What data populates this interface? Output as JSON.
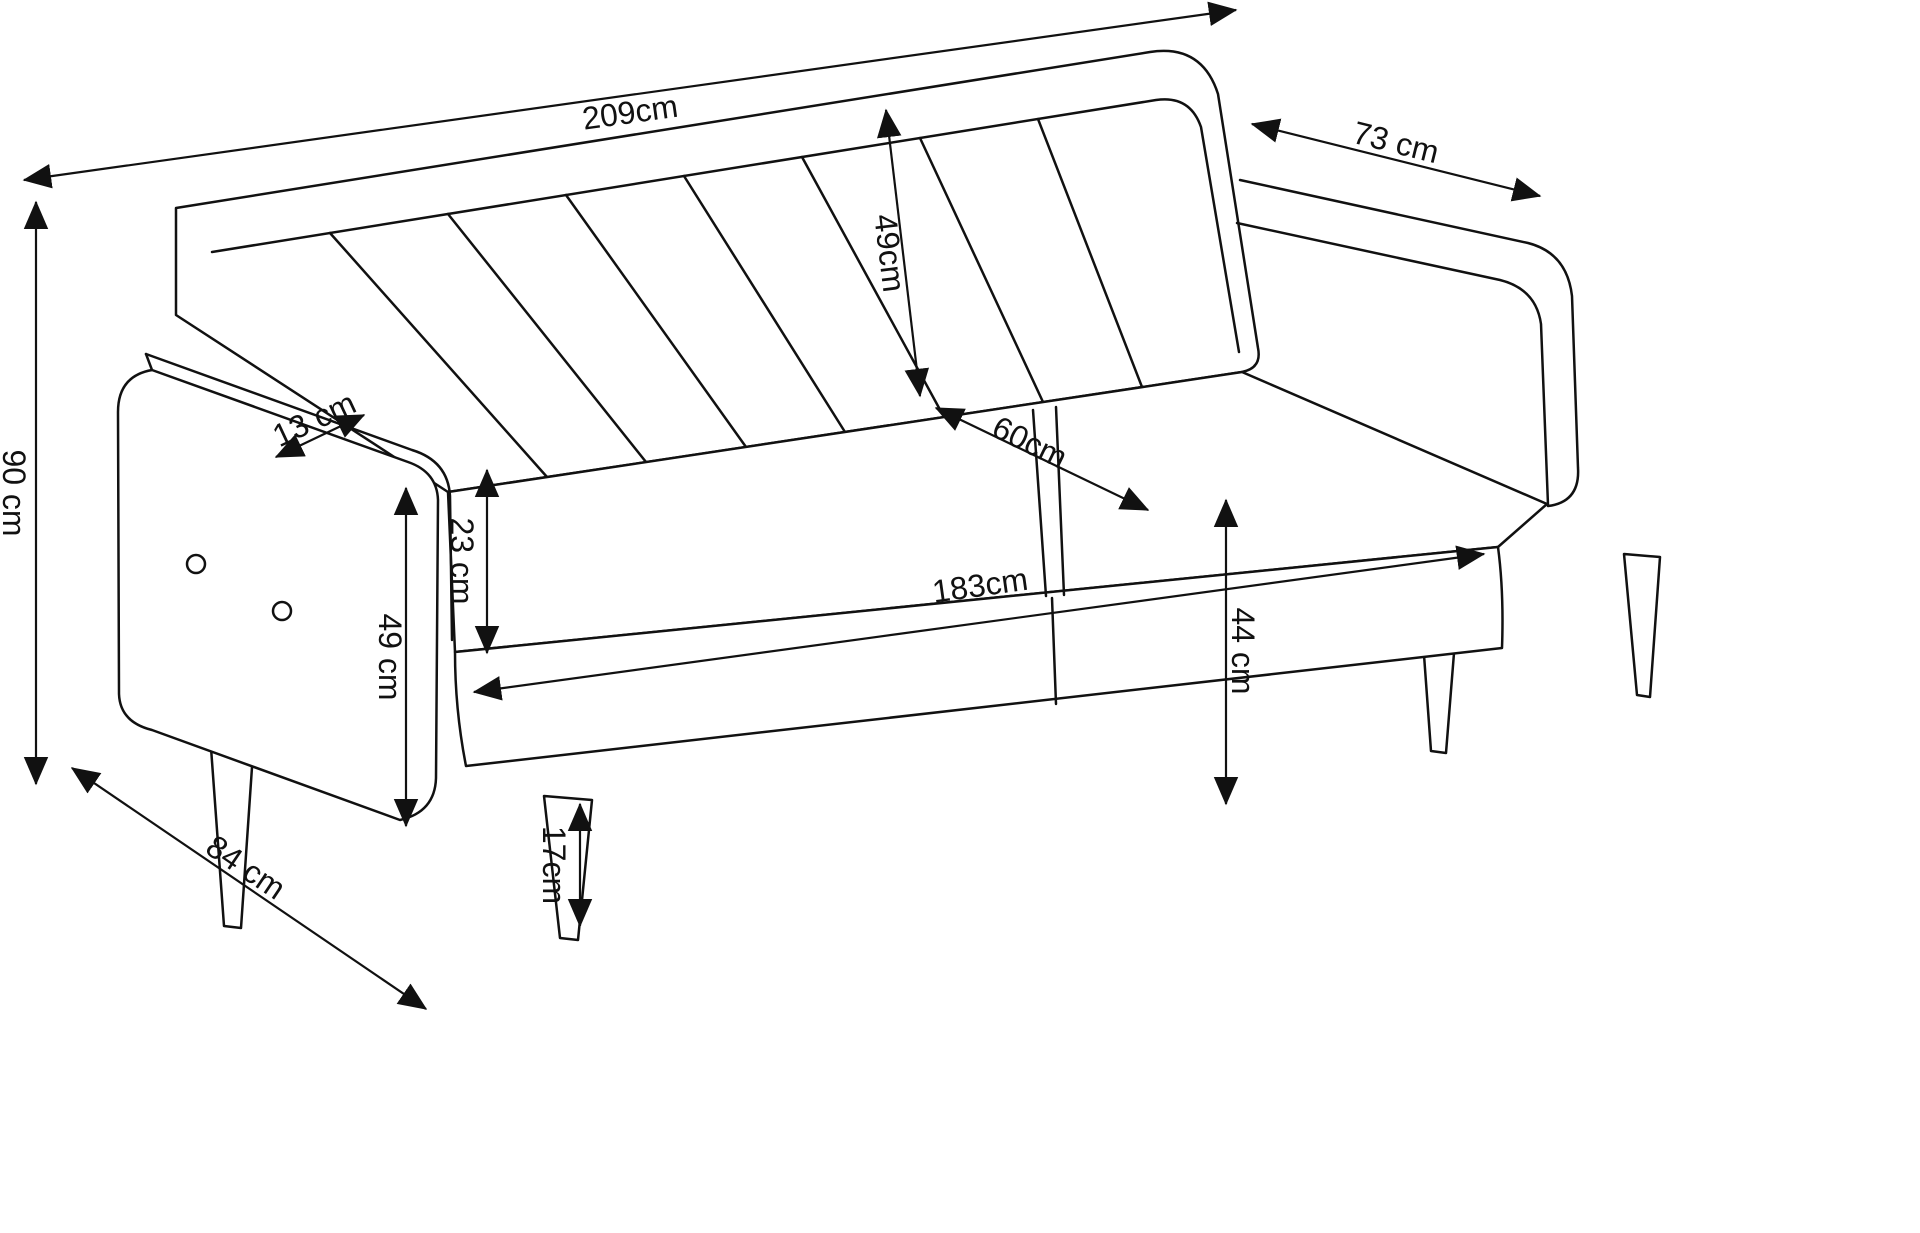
{
  "page": {
    "background": "#ffffff",
    "stroke_color": "#111111"
  },
  "diagram": {
    "type": "technical_dimension_drawing",
    "subject": "three-seat sofa isometric line drawing with measurements",
    "dimensions": {
      "total_width": "209cm",
      "side_depth": "73 cm",
      "backrest_height": "49cm",
      "armrest_top_width": "13 cm",
      "seat_depth": "60cm",
      "seat_cushion_thickness": "23 cm",
      "armrest_height": "49 cm",
      "seat_width": "183cm",
      "seat_height_from_floor": "44 cm",
      "leg_height": "17cm",
      "total_height": "90 cm",
      "total_depth": "84 cm"
    }
  }
}
